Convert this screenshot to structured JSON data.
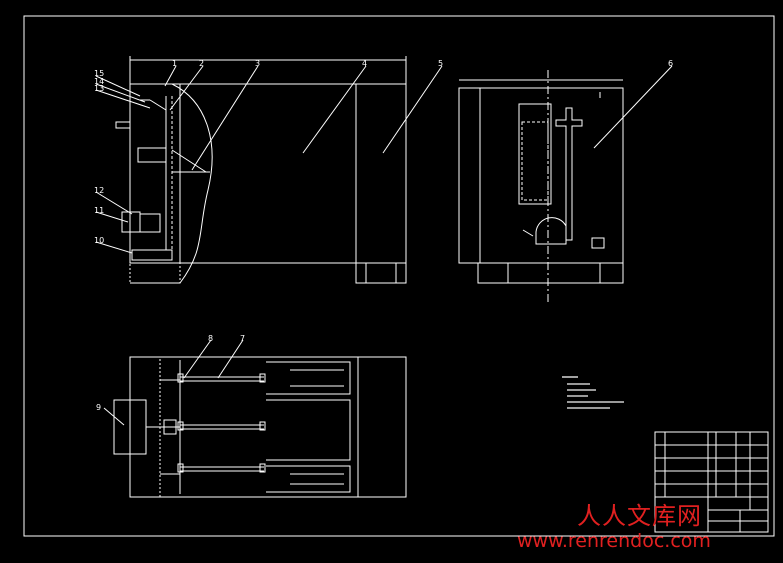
{
  "drawing": {
    "callouts": [
      "1",
      "2",
      "3",
      "4",
      "5",
      "6",
      "7",
      "8",
      "9",
      "10",
      "11",
      "12",
      "13",
      "14",
      "15"
    ],
    "watermark_cn": "人人文库网",
    "watermark_url": "www.renrendoc.com"
  }
}
